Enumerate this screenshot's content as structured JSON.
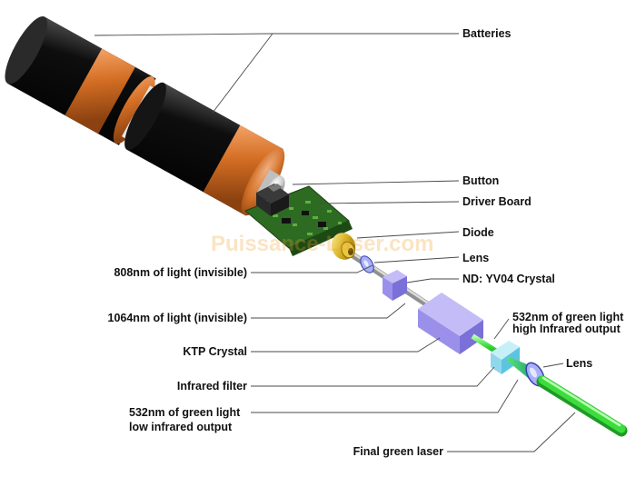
{
  "watermark": {
    "text": "Puissance-Laser.com",
    "color": "#f0a030"
  },
  "labels": {
    "batteries": "Batteries",
    "button": "Button",
    "driver_board": "Driver Board",
    "diode": "Diode",
    "lens": "Lens",
    "nd_crystal": "ND: YV04 Crystal",
    "light_808": "808nm of light (invisible)",
    "light_1064": "1064nm of light (invisible)",
    "ktp_crystal": "KTP Crystal",
    "green_high_line1": "532nm of green light",
    "green_high_line2": "high Infrared output",
    "lens_output": "Lens",
    "infrared_filter": "Infrared filter",
    "green_low_line1": "532nm of green light",
    "green_low_line2": "low infrared output",
    "final_laser": "Final green laser"
  },
  "colors": {
    "battery_body": "#151515",
    "battery_band": "#d8782c",
    "green_beam": "#3ddc3d",
    "infrared_beam": "#b8b8b8",
    "crystal": "#8f85e8",
    "filter": "#8fd7ea",
    "circuit_board": "#2e6b22",
    "diode": "#d8b020"
  }
}
